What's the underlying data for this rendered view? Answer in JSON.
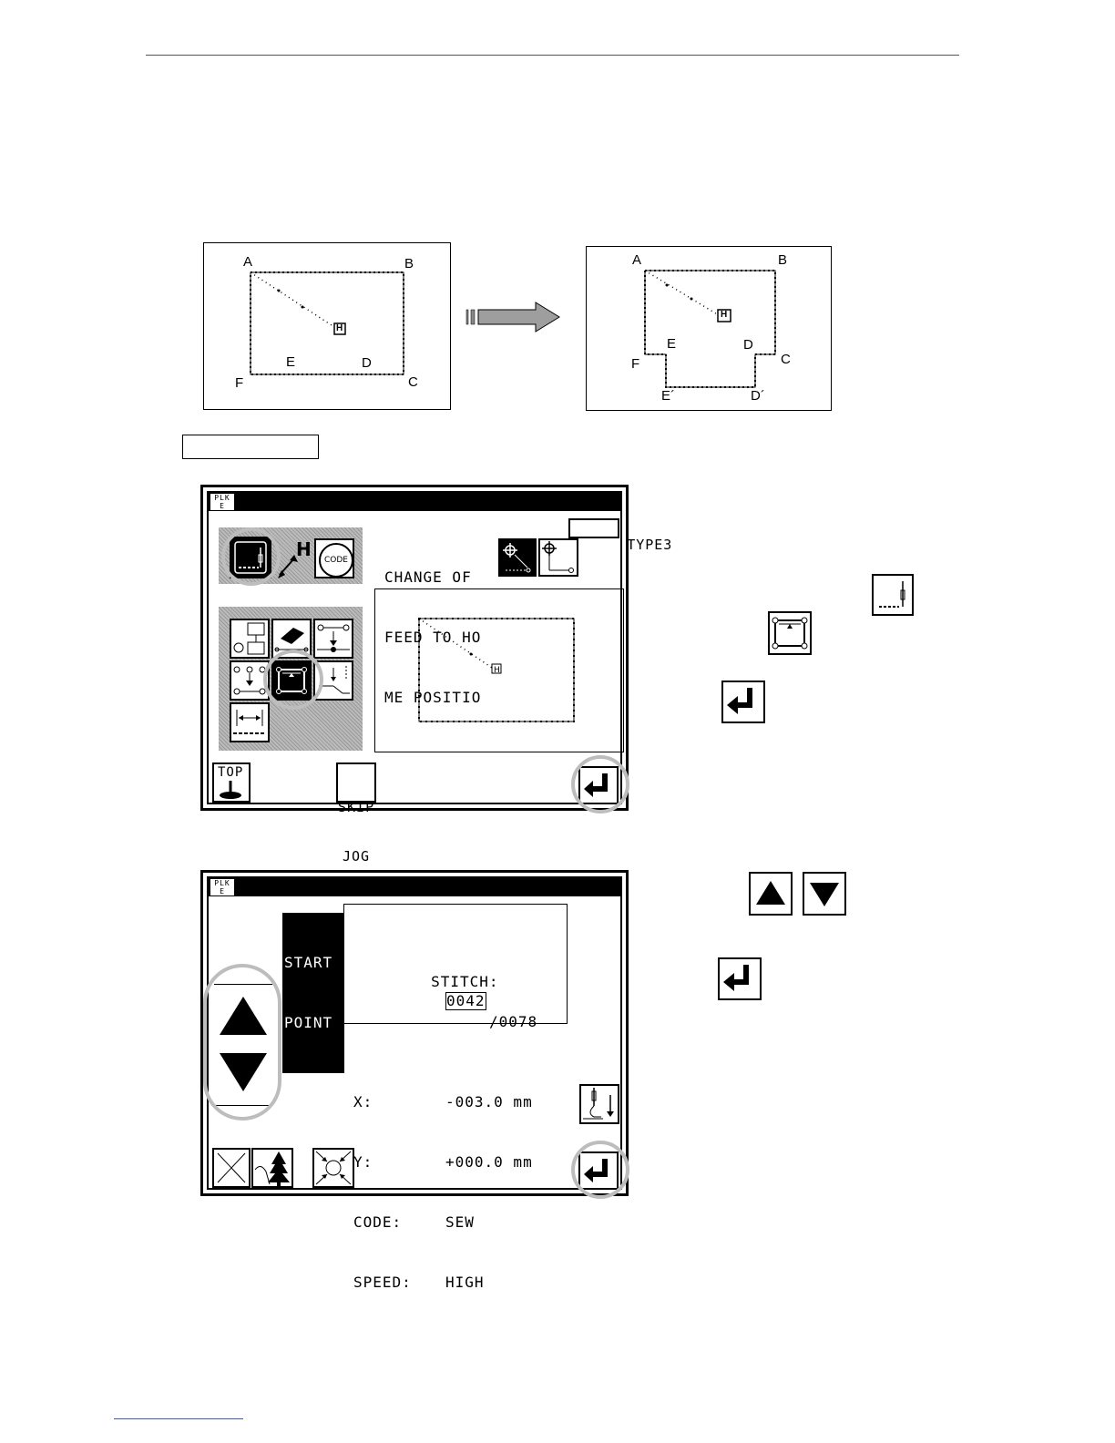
{
  "diagram_before": {
    "labels": [
      "A",
      "B",
      "E",
      "D",
      "F",
      "C"
    ],
    "home_marker": "H"
  },
  "diagram_after": {
    "labels": [
      "A",
      "B",
      "E",
      "D",
      "C",
      "F",
      "E´",
      "D´"
    ],
    "home_marker": "H"
  },
  "screen1": {
    "title": "MODIFY MODE",
    "plk": [
      "PLK",
      "E"
    ],
    "type_button": "TYPE3",
    "description_lines": [
      "CHANGE OF",
      "FEED TO HO",
      "ME POSITIO"
    ],
    "code_icon": "CODE",
    "home_icon": "H",
    "top_button": "TOP",
    "skip_jog": [
      "SKIP",
      "JOG"
    ]
  },
  "screen2": {
    "title": "MODIFY/IDO  START POINT SET",
    "plk": [
      "PLK",
      "E"
    ],
    "start_point": [
      "START",
      "POINT"
    ],
    "info": {
      "stitch_label": "STITCH:",
      "stitch_current": "0042",
      "stitch_total": "/0078",
      "x_label": "X:",
      "x_value": "-003.0 mm",
      "y_label": "Y:",
      "y_value": "+000.0 mm",
      "code_label": "CODE:",
      "code_value": "SEW",
      "speed_label": "SPEED:",
      "speed_value": "HIGH"
    }
  },
  "colors": {
    "highlight_ring": "#bdbdbd",
    "arrow_fill": "#9e9e9e"
  }
}
